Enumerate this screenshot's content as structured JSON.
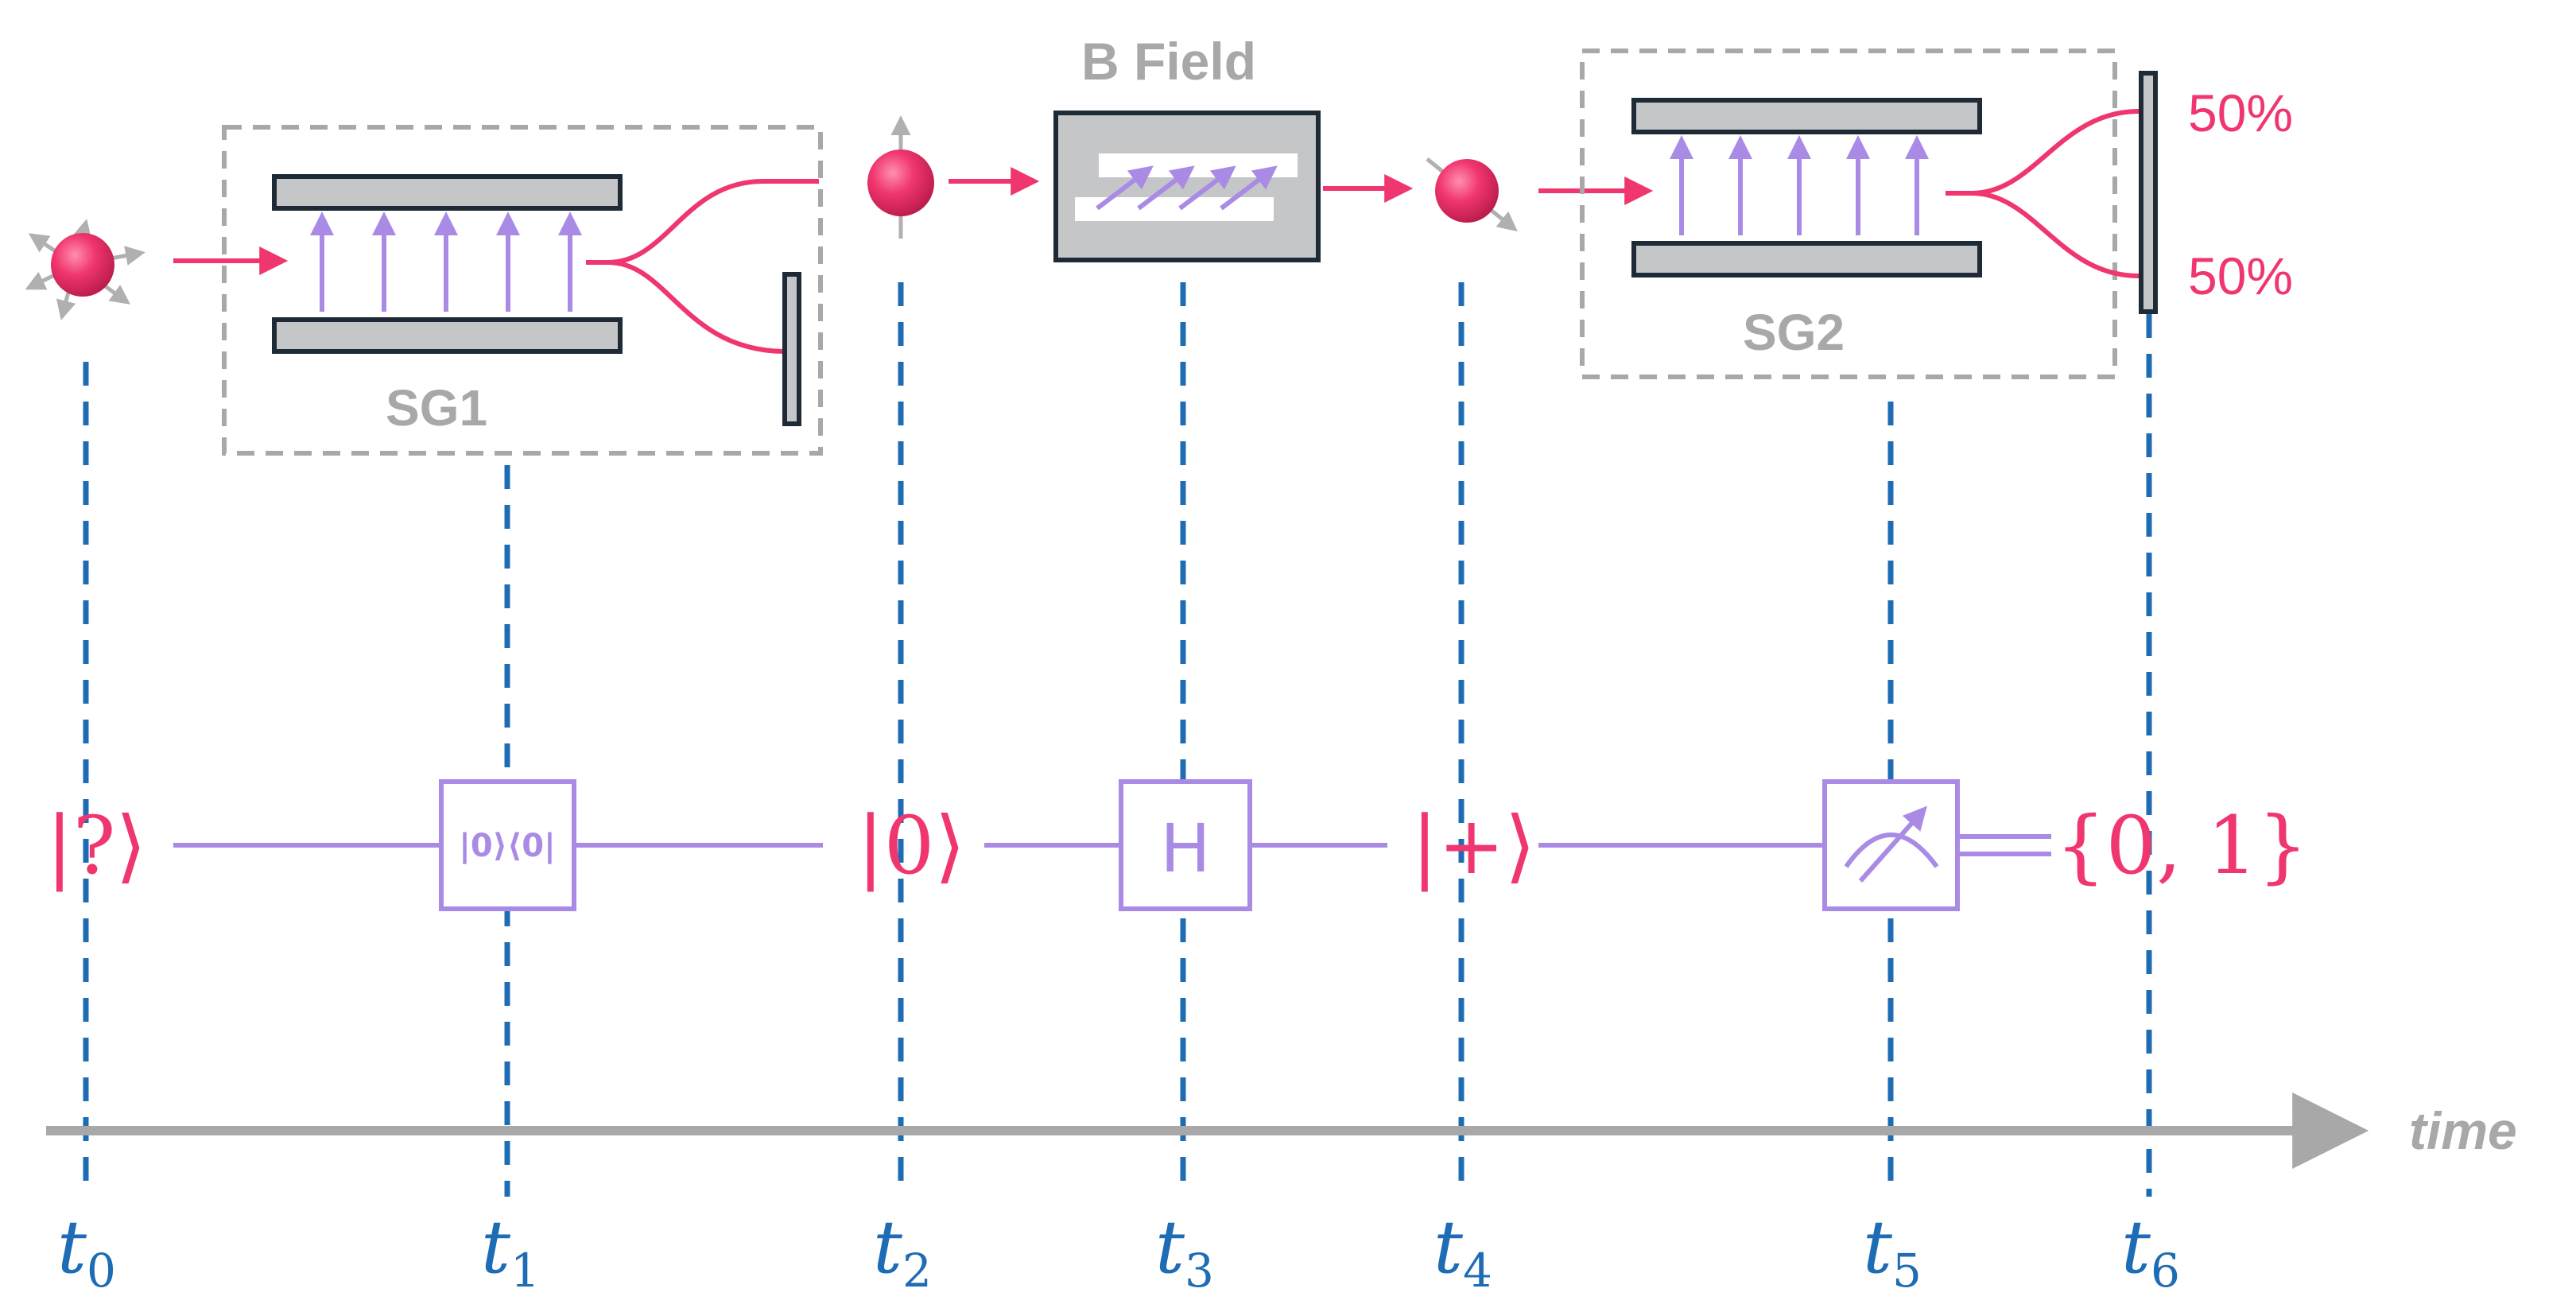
{
  "apparatus": {
    "sg1_label": "SG1",
    "sg2_label": "SG2",
    "bfield_label": "B Field",
    "outcome_top": "50%",
    "outcome_bottom": "50%"
  },
  "circuit": {
    "state_unknown": "|?⟩",
    "projector_gate": "|0⟩⟨0|",
    "state_zero": "|0⟩",
    "hadamard_gate": "H",
    "state_plus": "|+⟩",
    "measurement_result": "{0, 1}"
  },
  "timeline": {
    "axis_label": "time",
    "ticks": [
      {
        "var": "t",
        "sub": "0"
      },
      {
        "var": "t",
        "sub": "1"
      },
      {
        "var": "t",
        "sub": "2"
      },
      {
        "var": "t",
        "sub": "3"
      },
      {
        "var": "t",
        "sub": "4"
      },
      {
        "var": "t",
        "sub": "5"
      },
      {
        "var": "t",
        "sub": "6"
      }
    ]
  },
  "colors": {
    "pink": "#f0366e",
    "violet": "#a98be6",
    "blue_dash": "#1e6cb4",
    "gray": "#a8a8a8",
    "plate_fill": "#c4c6c8",
    "plate_stroke": "#1e2a36"
  }
}
